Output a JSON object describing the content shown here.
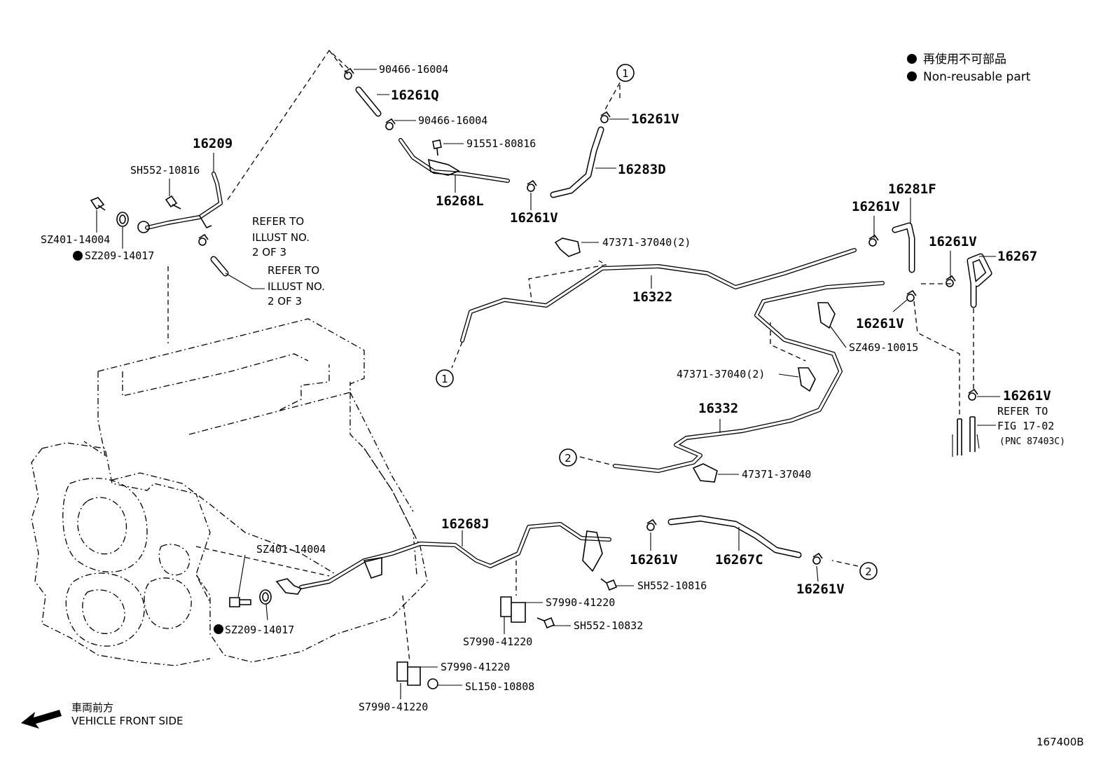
{
  "legend": {
    "non_reusable_jp": "再使用不可部品",
    "non_reusable_en": "Non-reusable part"
  },
  "front_side": {
    "jp": "車両前方",
    "en": "VEHICLE FRONT SIDE"
  },
  "figure_code": "167400B",
  "refs": {
    "illust_a": [
      "REFER TO",
      "ILLUST NO.",
      "2 OF 3"
    ],
    "illust_b": [
      "REFER TO",
      "ILLUST NO.",
      "2 OF 3"
    ],
    "fig": [
      "REFER TO",
      "FIG 17-02",
      "(PNC 87403C)"
    ]
  },
  "callouts": {
    "c1_top": "1",
    "c1_pipe": "1",
    "c2_pipe": "2",
    "c2_hose": "2"
  },
  "parts": {
    "p90466_a": "90466-16004",
    "p16261Q": "16261Q",
    "p90466_b": "90466-16004",
    "p91551": "91551-80816",
    "p16268L": "16268L",
    "p16209": "16209",
    "pSH552_a": "SH552-10816",
    "pSZ401_a": "SZ401-14004",
    "pSZ209_a": "SZ209-14017",
    "p16261V_top": "16261V",
    "p16283D": "16283D",
    "p16261V_mid": "16261V",
    "p47371_a": "47371-37040(2)",
    "p16322": "16322",
    "p16281F": "16281F",
    "p16261V_281": "16261V",
    "p16261V_267": "16261V",
    "p16267": "16267",
    "p16261V_r2": "16261V",
    "pSZ469": "SZ469-10015",
    "p47371_b": "47371-37040(2)",
    "p16332": "16332",
    "p16261V_r3": "16261V",
    "p47371_c": "47371-37040",
    "p16268J": "16268J",
    "p16261V_b1": "16261V",
    "p16267C": "16267C",
    "p16261V_b2": "16261V",
    "pSZ401_b": "SZ401-14004",
    "pSZ209_b": "SZ209-14017",
    "pSH552_b": "SH552-10816",
    "pS7990_a": "S7990-41220",
    "pS7990_b": "S7990-41220",
    "pSH552_c": "SH552-10832",
    "pS7990_c": "S7990-41220",
    "pSL150": "SL150-10808",
    "pS7990_d": "S7990-41220"
  }
}
